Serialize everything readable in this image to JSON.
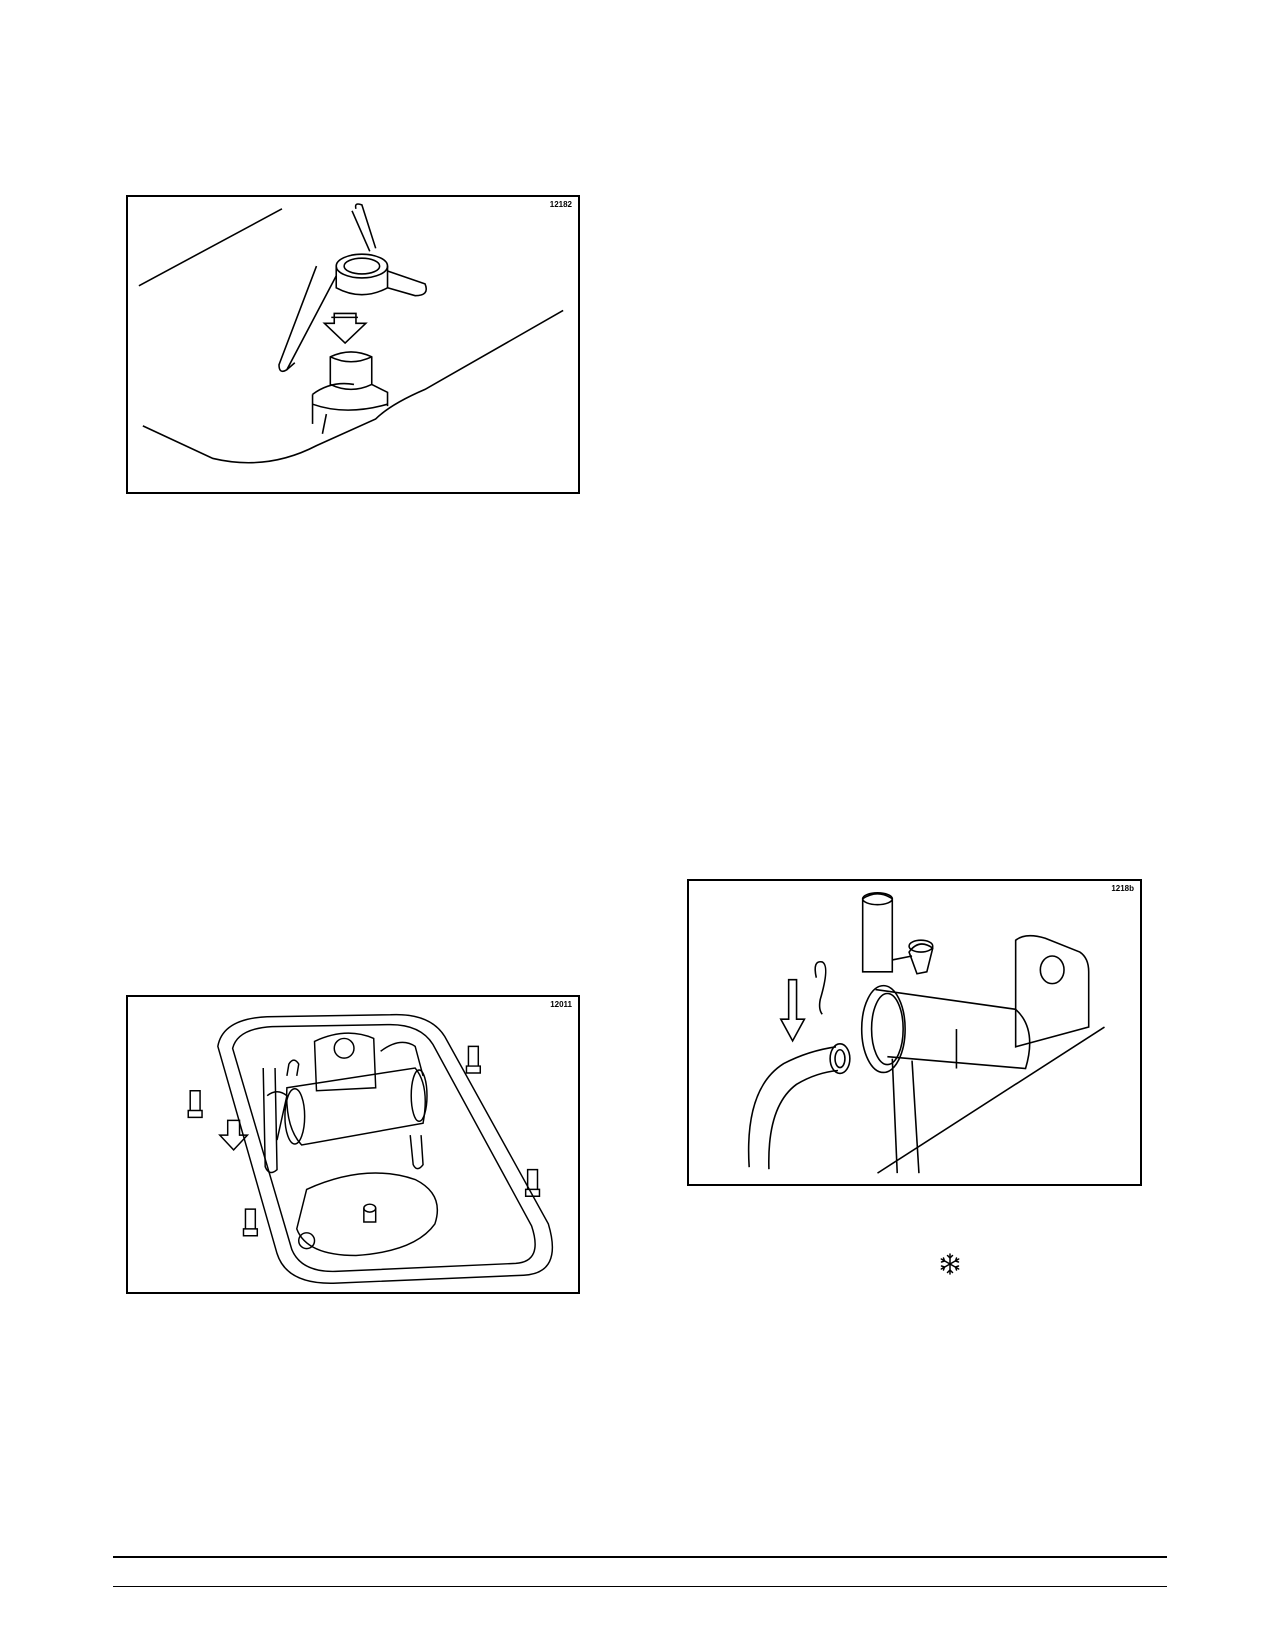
{
  "figures": [
    {
      "id": "12182",
      "subject": "agitator-blade"
    },
    {
      "id": "12011",
      "subject": "freezing-cylinder-pan"
    },
    {
      "id": "1218b",
      "subject": "pump-retaining-pin"
    }
  ],
  "icons": {
    "inline_symbol": "snowflake-icon"
  }
}
